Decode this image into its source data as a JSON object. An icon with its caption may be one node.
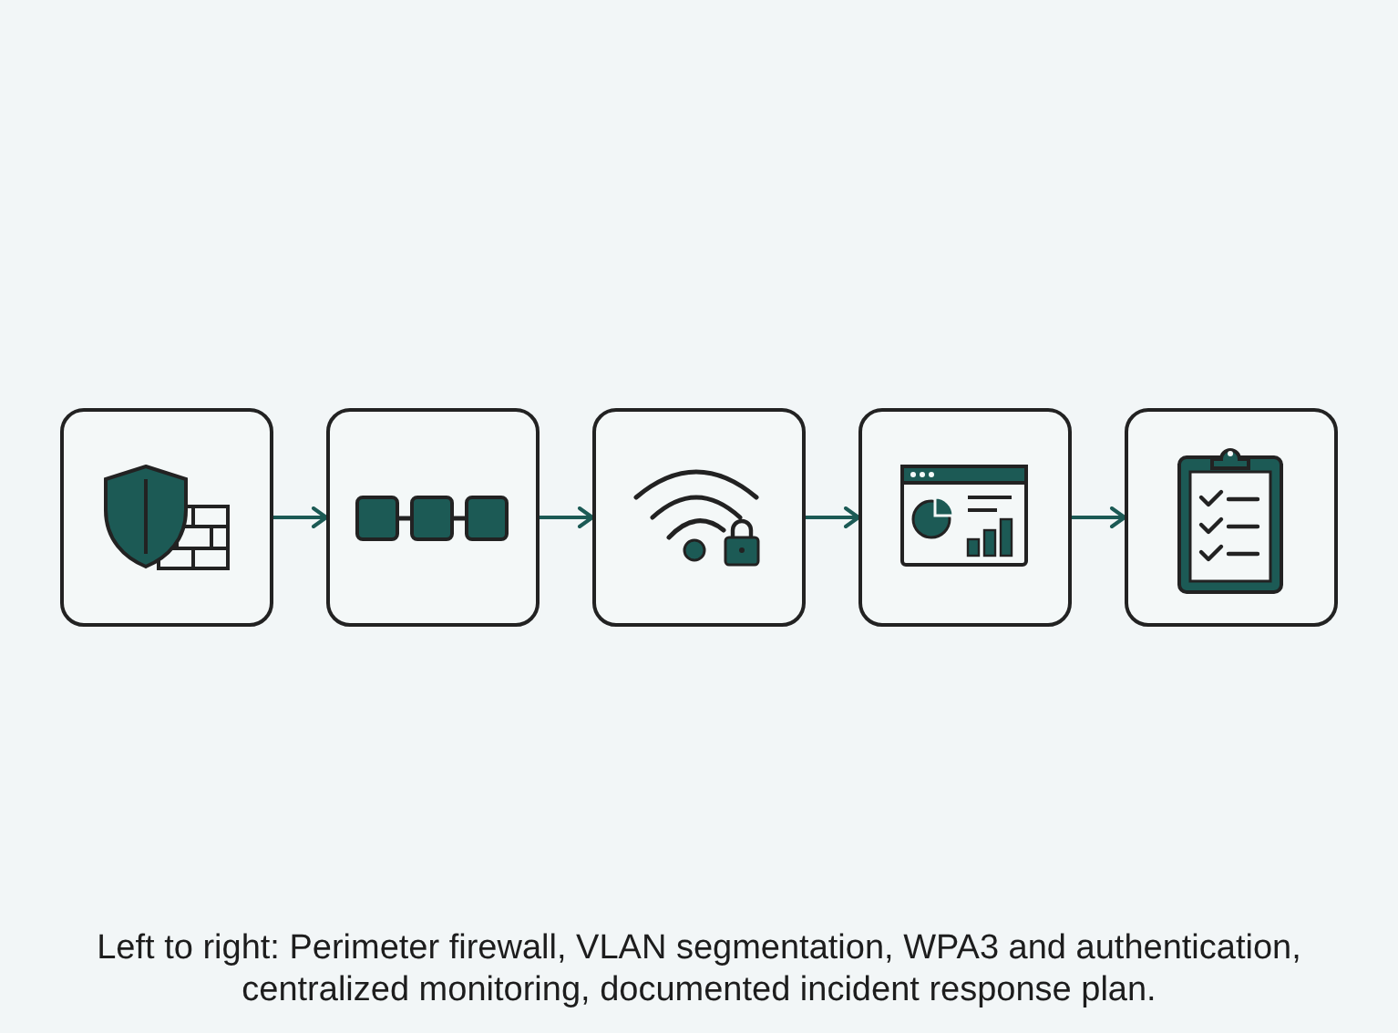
{
  "diagram": {
    "caption": "Left to right: Perimeter firewall, VLAN segmentation, WPA3 and authentication, centralized monitoring, documented incident response plan.",
    "nodes": [
      {
        "text": [],
        "shape": "box"
      },
      {
        "text": [],
        "shape": "box"
      },
      {
        "text": [],
        "shape": "box"
      },
      {
        "text": [],
        "shape": "box"
      },
      {
        "text": [],
        "shape": "box"
      }
    ],
    "edges": [
      {
        "from": 0,
        "to": 1,
        "arrow": "to"
      },
      {
        "from": 1,
        "to": 2,
        "arrow": "to"
      },
      {
        "from": 2,
        "to": 3,
        "arrow": "to"
      },
      {
        "from": 3,
        "to": 4,
        "arrow": "to"
      }
    ]
  }
}
